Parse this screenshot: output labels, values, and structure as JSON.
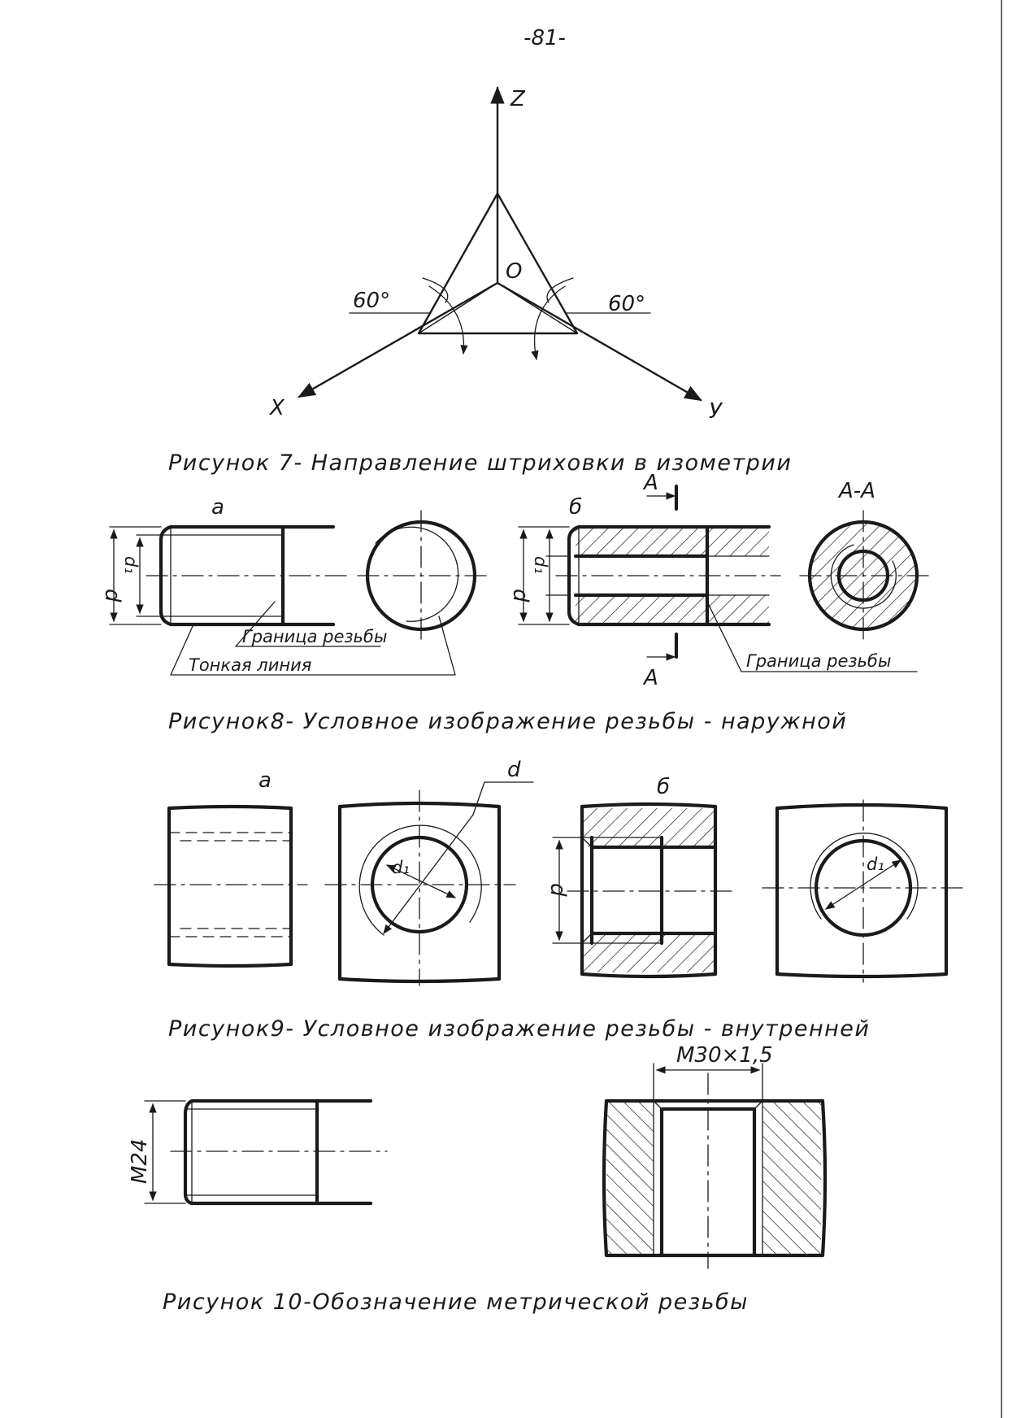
{
  "page_number": "-81-",
  "figure7": {
    "caption": "Рисунок 7- Направление штриховки  в изометрии",
    "axis_z": "Z",
    "axis_x": "X",
    "axis_y": "У",
    "origin": "О",
    "angle_left": "60°",
    "angle_right": "60°"
  },
  "figure8": {
    "caption": "Рисунок8- Условное  изображение  резьбы - наружной",
    "variant_a": "а",
    "variant_b": "б",
    "dim_d_a": "d",
    "dim_d1_a": "d₁",
    "dim_d_b": "d",
    "dim_d1_b": "d₁",
    "label_thread_boundary_a": "Граница резьбы",
    "label_thin_line": "Тонкая   линия",
    "label_thread_boundary_b": "Граница  резьбы",
    "section_mark_top": "А",
    "section_mark_bottom": "А",
    "section_title": "А-А"
  },
  "figure9": {
    "caption": "Рисунок9- Условное  изображение  резьбы - внутренней",
    "variant_a": "а",
    "variant_b": "б",
    "dim_d_top": "d",
    "dim_d1_a": "d₁",
    "dim_d_b": "d",
    "dim_d1_b": "d₁"
  },
  "figure10": {
    "caption": "Рисунок 10-Обозначение   метрической  резьбы",
    "label_external": "М24",
    "label_internal": "М30×1,5"
  }
}
